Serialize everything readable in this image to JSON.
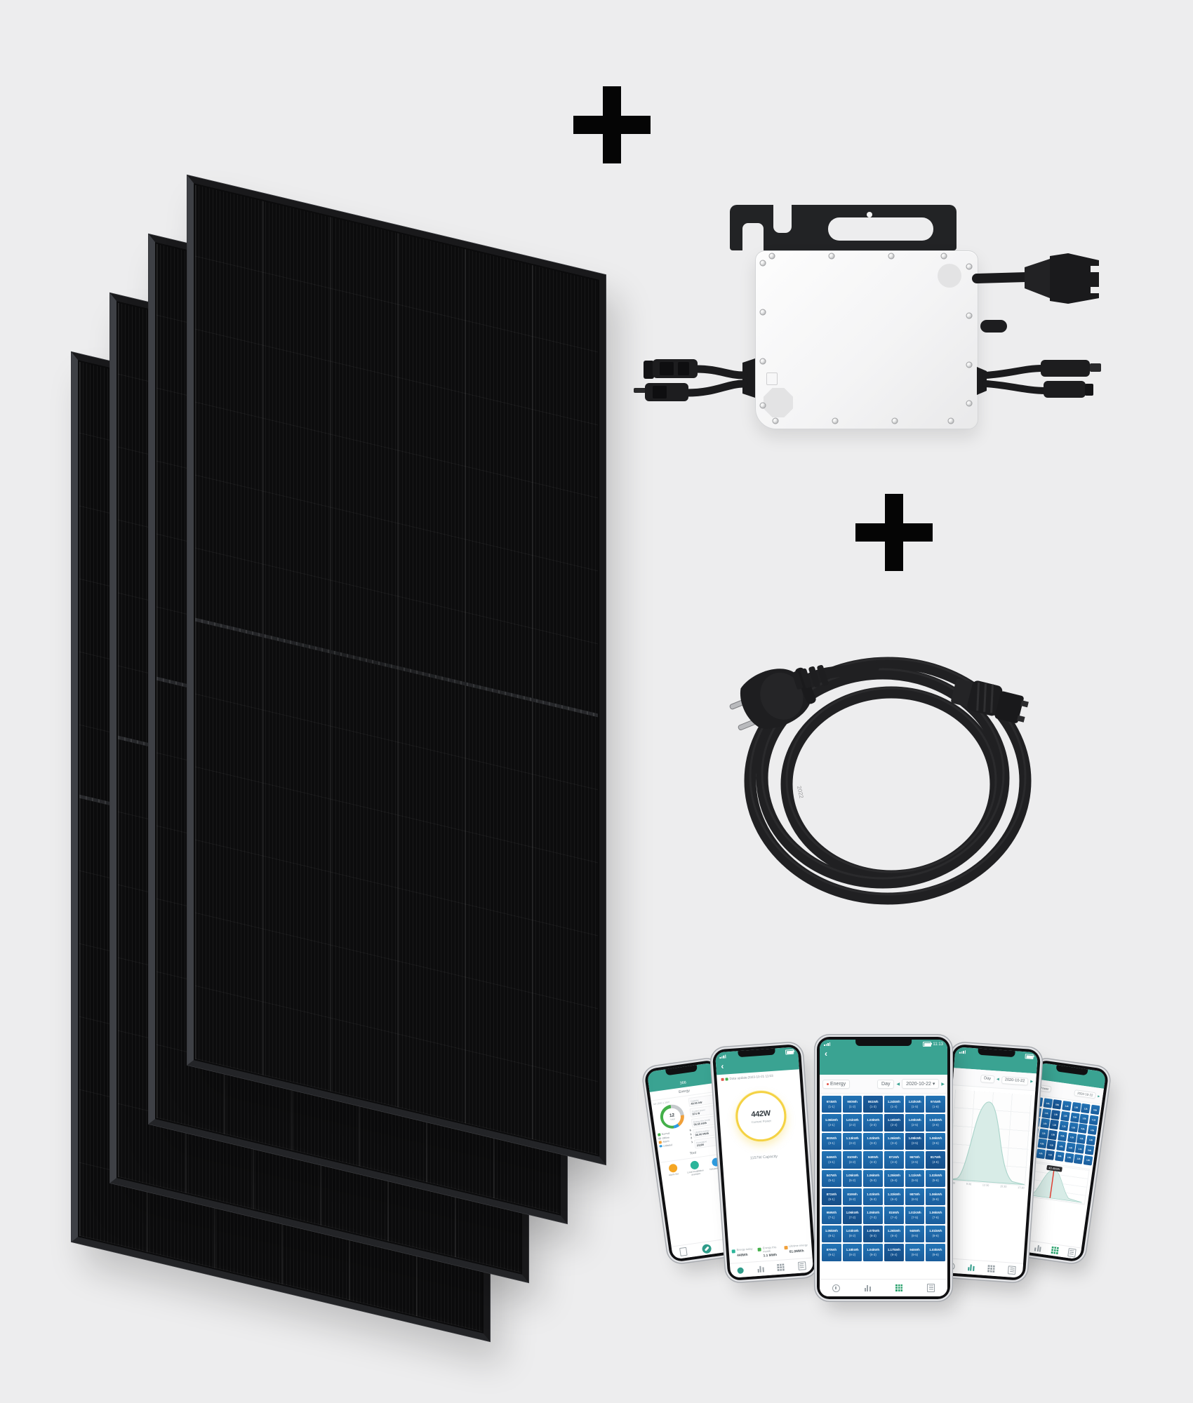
{
  "plus": "+",
  "colors": {
    "background": "#ededee",
    "teal_header": "#3aa392",
    "tile_blue": "#2273b5",
    "tile_blue_dark": "#154e87",
    "power_ring_yellow": "#f4d244",
    "status_green": "#44b04a",
    "status_gray": "#c6cacd",
    "status_orange": "#f0a03a",
    "status_blue": "#2f9ce0",
    "alarm_red": "#e2574c",
    "chart_fill": "#d8ece7",
    "cursor_red": "#e23b2e"
  },
  "cable_print": "2022",
  "phones": {
    "p1": {
      "title": "366",
      "section_energy": "Energy",
      "device_line": "MI-1500 1.1kW",
      "donut": {
        "value": "12",
        "label": "Total"
      },
      "legend": [
        {
          "label": "Normal",
          "count": "6",
          "color": "#44b04a"
        },
        {
          "label": "Offline",
          "count": "3",
          "color": "#c6cacd"
        },
        {
          "label": "Alarm",
          "count": "2",
          "color": "#f0a03a"
        },
        {
          "label": "Unlisted",
          "count": "1",
          "color": "#2f9ce0"
        }
      ],
      "stats": [
        {
          "label": "Capacity",
          "value": "49.55 kW"
        },
        {
          "label": "Current power",
          "value": "974 W"
        },
        {
          "label": "Energy this month",
          "value": "56.55 kWh"
        },
        {
          "label": "Lifetime energy",
          "value": "98.06 MWh"
        },
        {
          "label": "Cumulative",
          "value": "21190"
        }
      ],
      "section_tool": "Tool",
      "tools": [
        {
          "label": "Alarm Set",
          "color": "#f5a623"
        },
        {
          "label": "Local installation assistant",
          "color": "#2bb59a"
        },
        {
          "label": "Network Config",
          "color": "#2f9ce0"
        }
      ]
    },
    "p2": {
      "data_update": "Data update:2023-10-21 11:03",
      "power_value": "442W",
      "power_label": "Current Power",
      "capacity_line": "1157W Capacity",
      "stats": [
        {
          "label": "Energy today",
          "value": "448Wh",
          "color": "#2bb59a"
        },
        {
          "label": "Energy this month",
          "value": "1.1 MWh",
          "color": "#44b04a"
        },
        {
          "label": "Lifetime energy",
          "value": "61.0MWh",
          "color": "#f0a03a"
        }
      ]
    },
    "p3": {
      "time": "11:13",
      "chips": {
        "metric": "Energy",
        "period": "Day",
        "date": "2020-10-22",
        "caret": "▾",
        "prev": "◀",
        "next": "▶"
      },
      "tiles": [
        {
          "v": "974Wh",
          "l": "(1-1)"
        },
        {
          "v": "900Wh",
          "l": "(1-2)"
        },
        {
          "v": "861Wh",
          "l": "(1-3)"
        },
        {
          "v": "1.24kWh",
          "l": "(1-4)"
        },
        {
          "v": "1.02kWh",
          "l": "(1-5)"
        },
        {
          "v": "974Wh",
          "l": "(1-6)"
        },
        {
          "v": "1.06kWh",
          "l": "(2-1)"
        },
        {
          "v": "1.01kWh",
          "l": "(2-2)"
        },
        {
          "v": "1.03kWh",
          "l": "(2-3)"
        },
        {
          "v": "1.19kWh",
          "l": "(2-4)"
        },
        {
          "v": "1.00kWh",
          "l": "(2-5)"
        },
        {
          "v": "1.04kWh",
          "l": "(2-6)"
        },
        {
          "v": "800Wh",
          "l": "(3-1)"
        },
        {
          "v": "1.13kWh",
          "l": "(3-2)"
        },
        {
          "v": "1.02kWh",
          "l": "(3-3)"
        },
        {
          "v": "1.26kWh",
          "l": "(3-4)"
        },
        {
          "v": "1.09kWh",
          "l": "(3-5)"
        },
        {
          "v": "1.06kWh",
          "l": "(3-6)"
        },
        {
          "v": "646Wh",
          "l": "(4-1)"
        },
        {
          "v": "810Wh",
          "l": "(4-2)"
        },
        {
          "v": "949Wh",
          "l": "(4-3)"
        },
        {
          "v": "871Wh",
          "l": "(4-4)"
        },
        {
          "v": "967Wh",
          "l": "(4-5)"
        },
        {
          "v": "817Wh",
          "l": "(4-6)"
        },
        {
          "v": "847Wh",
          "l": "(5-1)"
        },
        {
          "v": "1.05kWh",
          "l": "(5-2)"
        },
        {
          "v": "1.06kWh",
          "l": "(5-3)"
        },
        {
          "v": "1.25kWh",
          "l": "(5-4)"
        },
        {
          "v": "1.11kWh",
          "l": "(5-5)"
        },
        {
          "v": "1.02kWh",
          "l": "(5-6)"
        },
        {
          "v": "871Wh",
          "l": "(6-1)"
        },
        {
          "v": "819Wh",
          "l": "(6-2)"
        },
        {
          "v": "1.02kWh",
          "l": "(6-3)"
        },
        {
          "v": "1.33kWh",
          "l": "(6-4)"
        },
        {
          "v": "987Wh",
          "l": "(6-5)"
        },
        {
          "v": "1.06kWh",
          "l": "(6-6)"
        },
        {
          "v": "959Wh",
          "l": "(7-1)"
        },
        {
          "v": "1.06kWh",
          "l": "(7-2)"
        },
        {
          "v": "1.05kWh",
          "l": "(7-3)"
        },
        {
          "v": "815Wh",
          "l": "(7-4)"
        },
        {
          "v": "1.01kWh",
          "l": "(7-5)"
        },
        {
          "v": "1.06kWh",
          "l": "(7-6)"
        },
        {
          "v": "1.05kWh",
          "l": "(8-1)"
        },
        {
          "v": "1.03kWh",
          "l": "(8-2)"
        },
        {
          "v": "1.07kWh",
          "l": "(8-3)"
        },
        {
          "v": "1.26kWh",
          "l": "(8-4)"
        },
        {
          "v": "948Wh",
          "l": "(8-5)"
        },
        {
          "v": "1.01kWh",
          "l": "(8-6)"
        },
        {
          "v": "870Wh",
          "l": "(9-1)"
        },
        {
          "v": "1.18kWh",
          "l": "(9-2)"
        },
        {
          "v": "1.04kWh",
          "l": "(9-3)"
        },
        {
          "v": "1.17kWh",
          "l": "(9-4)"
        },
        {
          "v": "945Wh",
          "l": "(9-5)"
        },
        {
          "v": "1.03kWh",
          "l": "(9-6)"
        }
      ]
    },
    "p4": {
      "chips": {
        "period": "Day",
        "date": "2020-10-22",
        "prev": "◀",
        "next": "▶"
      },
      "x_labels": [
        "6:30",
        "9:30",
        "12:30",
        "15:30",
        "17:30"
      ]
    },
    "p5": {
      "chip": "Power",
      "date": "2020-10-22",
      "next": "▶",
      "tooltip": "40.4kWh",
      "tiles": [
        "1.2k",
        "1.0k",
        "0.9k",
        "1.1k",
        "1.0k",
        "1.2k",
        "0.9k",
        "1.0k",
        "1.1k",
        "1.0k",
        "1.2k",
        "0.9k",
        "1.0k",
        "1.1k",
        "0.9k",
        "1.0k",
        "1.2k",
        "1.1k",
        "1.0k",
        "0.9k",
        "1.0k",
        "1.1k",
        "1.2k",
        "1.0k",
        "0.9k",
        "1.1k",
        "1.0k",
        "1.2k",
        "1.0k",
        "0.9k",
        "1.1k",
        "1.0k",
        "1.2k",
        "1.1k",
        "0.9k",
        "1.2k",
        "1.0k",
        "1.1k",
        "0.9k",
        "1.0k",
        "1.2k",
        "1.0k"
      ]
    }
  }
}
